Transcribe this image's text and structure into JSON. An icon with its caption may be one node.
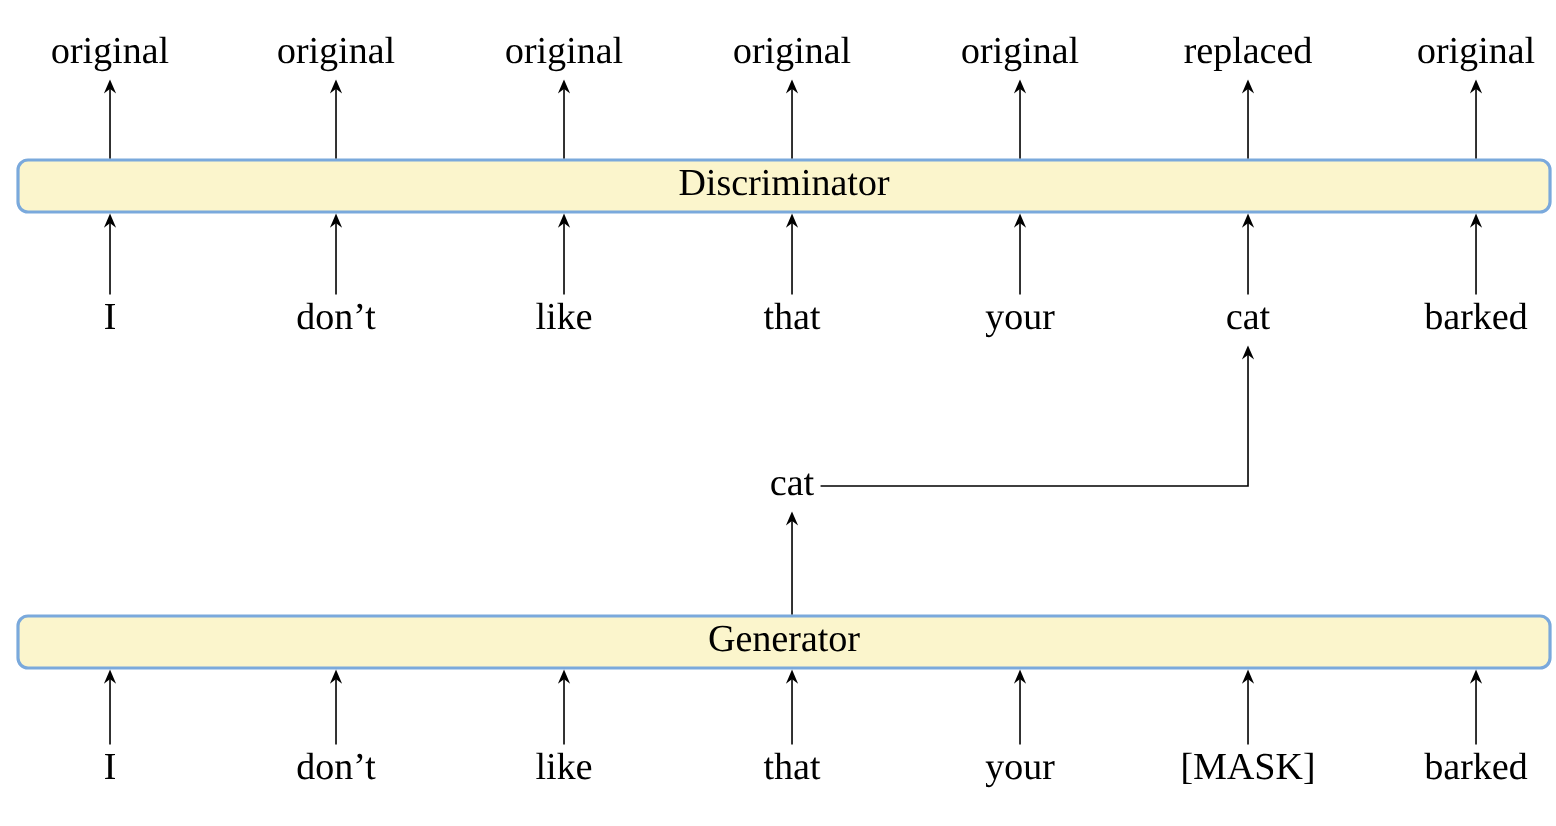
{
  "diagram": {
    "nodes": [
      {
        "text": [
          "original"
        ]
      },
      {
        "text": [
          "original"
        ]
      },
      {
        "text": [
          "original"
        ]
      },
      {
        "text": [
          "original"
        ]
      },
      {
        "text": [
          "original"
        ]
      },
      {
        "text": [
          "replaced"
        ]
      },
      {
        "text": [
          "original"
        ]
      },
      {
        "text": [
          "Discriminator"
        ]
      },
      {
        "text": [
          "I"
        ]
      },
      {
        "text": [
          "don’t"
        ]
      },
      {
        "text": [
          "like"
        ]
      },
      {
        "text": [
          "that"
        ]
      },
      {
        "text": [
          "your"
        ]
      },
      {
        "text": [
          "cat"
        ]
      },
      {
        "text": [
          "barked"
        ]
      },
      {
        "text": [
          "cat"
        ]
      },
      {
        "text": [
          "Generator"
        ]
      },
      {
        "text": [
          "I"
        ]
      },
      {
        "text": [
          "don’t"
        ]
      },
      {
        "text": [
          "like"
        ]
      },
      {
        "text": [
          "that"
        ]
      },
      {
        "text": [
          "your"
        ]
      },
      {
        "text": [
          "[MASK]"
        ]
      },
      {
        "text": [
          "barked"
        ]
      }
    ],
    "edges": [
      {
        "from": 7,
        "to": 0,
        "arrow": "to"
      },
      {
        "from": 7,
        "to": 1,
        "arrow": "to"
      },
      {
        "from": 7,
        "to": 2,
        "arrow": "to"
      },
      {
        "from": 7,
        "to": 3,
        "arrow": "to"
      },
      {
        "from": 7,
        "to": 4,
        "arrow": "to"
      },
      {
        "from": 7,
        "to": 5,
        "arrow": "to"
      },
      {
        "from": 7,
        "to": 6,
        "arrow": "to"
      },
      {
        "from": 8,
        "to": 7,
        "arrow": "to"
      },
      {
        "from": 9,
        "to": 7,
        "arrow": "to"
      },
      {
        "from": 10,
        "to": 7,
        "arrow": "to"
      },
      {
        "from": 11,
        "to": 7,
        "arrow": "to"
      },
      {
        "from": 12,
        "to": 7,
        "arrow": "to"
      },
      {
        "from": 13,
        "to": 7,
        "arrow": "to"
      },
      {
        "from": 14,
        "to": 7,
        "arrow": "to"
      },
      {
        "from": 15,
        "to": 13,
        "arrow": "to"
      },
      {
        "from": 16,
        "to": 15,
        "arrow": "to"
      },
      {
        "from": 17,
        "to": 16,
        "arrow": "to"
      },
      {
        "from": 18,
        "to": 16,
        "arrow": "to"
      },
      {
        "from": 19,
        "to": 16,
        "arrow": "to"
      },
      {
        "from": 20,
        "to": 16,
        "arrow": "to"
      },
      {
        "from": 21,
        "to": 16,
        "arrow": "to"
      },
      {
        "from": 22,
        "to": 16,
        "arrow": "to"
      },
      {
        "from": 23,
        "to": 16,
        "arrow": "to"
      }
    ]
  }
}
